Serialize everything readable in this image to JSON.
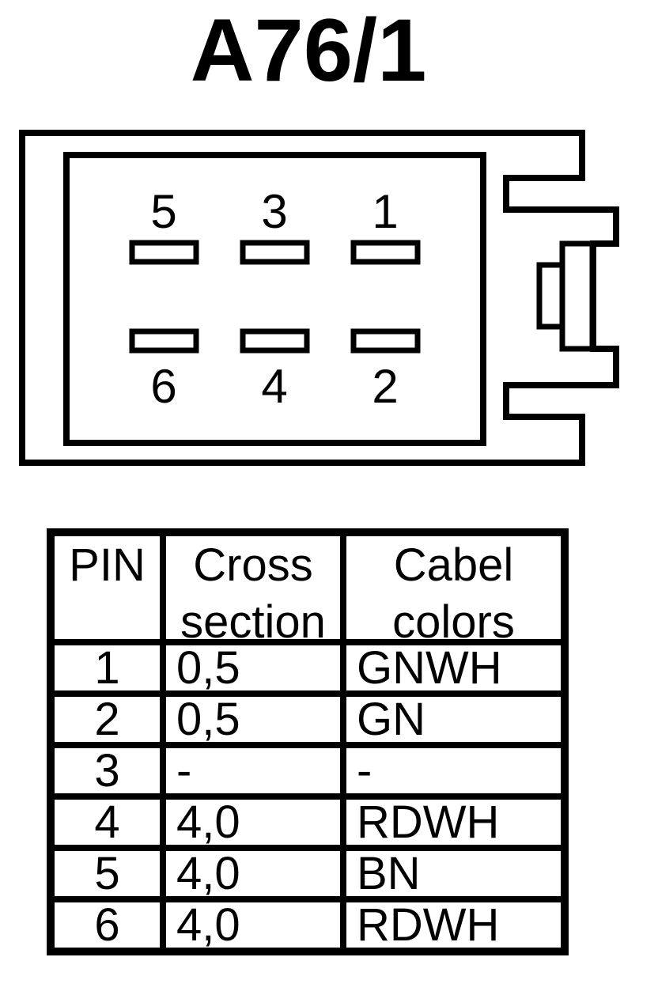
{
  "page": {
    "title": "A76/1"
  },
  "connector": {
    "pin_labels": {
      "top": [
        {
          "label": "5"
        },
        {
          "label": "3"
        },
        {
          "label": "1"
        }
      ],
      "bottom": [
        {
          "label": "6"
        },
        {
          "label": "4"
        },
        {
          "label": "2"
        }
      ]
    }
  },
  "table": {
    "headers": {
      "pin": "PIN",
      "cross_section": "Cross section",
      "cable_colors": "Cabel colors"
    },
    "rows": [
      {
        "pin": "1",
        "cross_section": "0,5",
        "color": "GNWH"
      },
      {
        "pin": "2",
        "cross_section": "0,5",
        "color": "GN"
      },
      {
        "pin": "3",
        "cross_section": "-",
        "color": "-"
      },
      {
        "pin": "4",
        "cross_section": "4,0",
        "color": "RDWH"
      },
      {
        "pin": "5",
        "cross_section": "4,0",
        "color": "BN"
      },
      {
        "pin": "6",
        "cross_section": "4,0",
        "color": "RDWH"
      }
    ]
  },
  "colors": {
    "ink": "#000000",
    "background": "#ffffff"
  }
}
